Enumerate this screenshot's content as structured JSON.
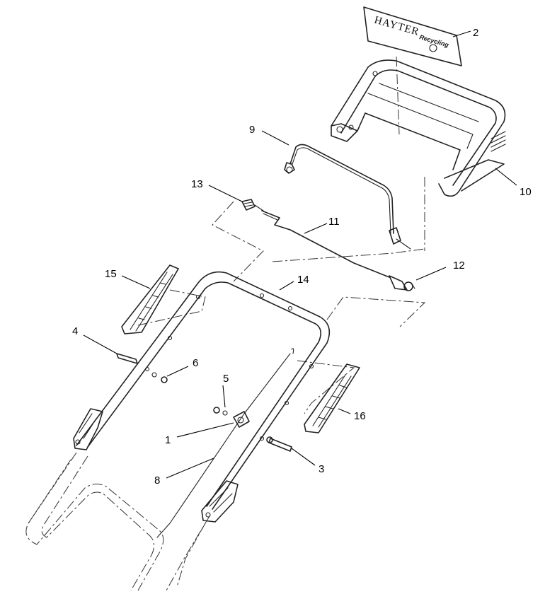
{
  "logo": {
    "brand": "HAYTER",
    "model": "Recycling"
  },
  "callouts": [
    {
      "id": "c1",
      "label": "1"
    },
    {
      "id": "c2",
      "label": "2"
    },
    {
      "id": "c3",
      "label": "3"
    },
    {
      "id": "c4",
      "label": "4"
    },
    {
      "id": "c5",
      "label": "5"
    },
    {
      "id": "c6",
      "label": "6"
    },
    {
      "id": "c8",
      "label": "8"
    },
    {
      "id": "c9",
      "label": "9"
    },
    {
      "id": "c10",
      "label": "10"
    },
    {
      "id": "c11",
      "label": "11"
    },
    {
      "id": "c12",
      "label": "12"
    },
    {
      "id": "c13",
      "label": "13"
    },
    {
      "id": "c14",
      "label": "14"
    },
    {
      "id": "c15",
      "label": "15"
    },
    {
      "id": "c16",
      "label": "16"
    }
  ]
}
